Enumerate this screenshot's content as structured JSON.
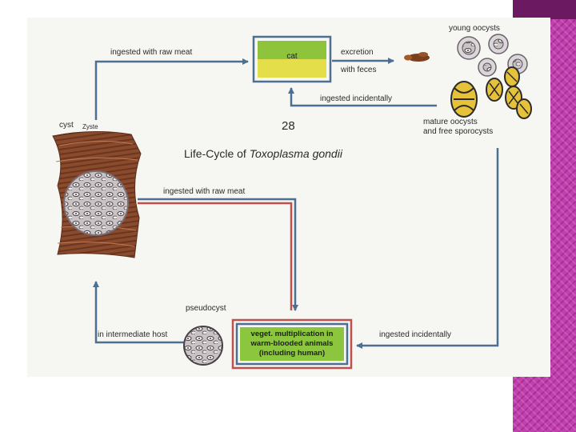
{
  "figure": {
    "number": "28",
    "title_prefix": "Life-Cycle of ",
    "title_species": "Toxoplasma gondii",
    "labels": {
      "ingested_raw_meat_top": "ingested with raw meat",
      "cat": "cat",
      "excretion": "excretion",
      "with_feces": "with feces",
      "young_oocysts": "young oocysts",
      "ingested_incidentally_top": "ingested incidentally",
      "mature_oocysts": "mature oocysts",
      "free_sporocysts": "and free sporocysts",
      "cyst": "cyst",
      "zyste": "Zyste",
      "ingested_raw_meat_mid": "ingested with raw meat",
      "pseudocyst": "pseudocyst",
      "in_intermediate_host": "in intermediate host",
      "veget_line1": "veget. multiplication in",
      "veget_line2": "warm-blooded animals",
      "veget_line3": "(including human)",
      "ingested_incidentally_bottom": "ingested incidentally"
    }
  },
  "colors": {
    "arrow_blue": "#4d6f92",
    "arrow_red": "#c0504d",
    "cat_green": "#8dc43c",
    "cat_yellow": "#e4de4a",
    "veget_green": "#8cc63f",
    "background_magenta": "#c23fae",
    "muscle_brown": "#8a4a2c"
  },
  "icons": [
    "muscle-cyst-illustration",
    "pseudocyst-illustration",
    "young-oocyst-icon",
    "mature-oocyst-icon",
    "feces-icon"
  ]
}
